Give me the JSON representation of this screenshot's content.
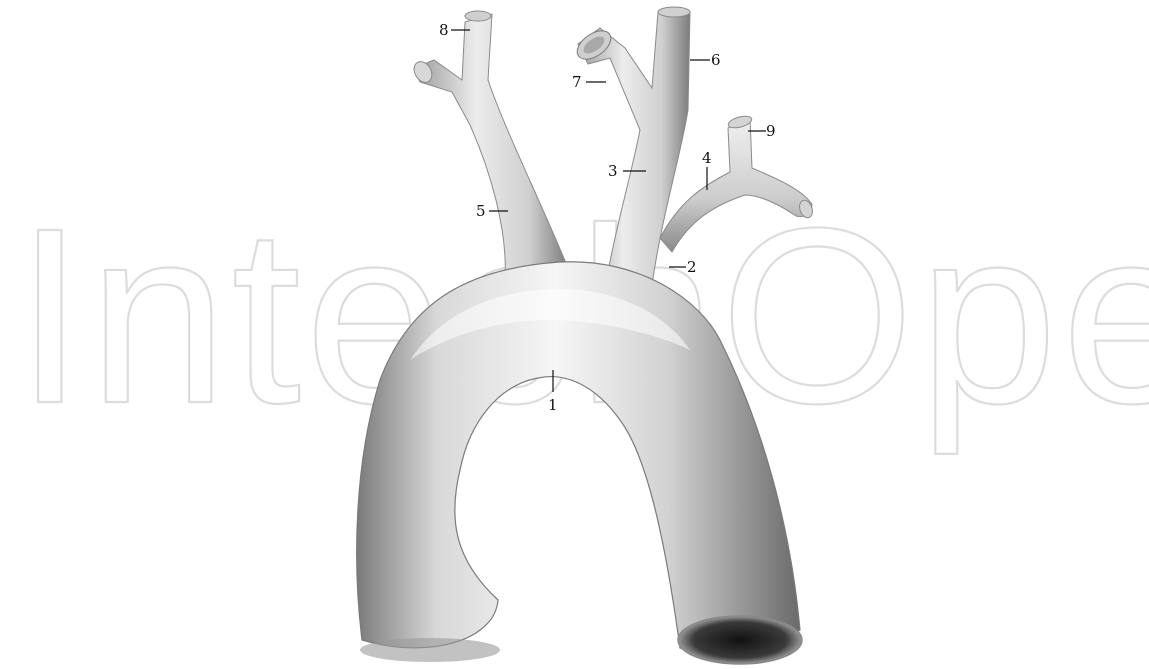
{
  "figure": {
    "watermark": "IntechOpen",
    "labels": [
      {
        "id": "1",
        "text": "1"
      },
      {
        "id": "2",
        "text": "2"
      },
      {
        "id": "3",
        "text": "3"
      },
      {
        "id": "4",
        "text": "4"
      },
      {
        "id": "5",
        "text": "5"
      },
      {
        "id": "6",
        "text": "6"
      },
      {
        "id": "7",
        "text": "7"
      },
      {
        "id": "8",
        "text": "8"
      },
      {
        "id": "9",
        "text": "9"
      }
    ],
    "colors": {
      "vessel_light": "#f4f4f4",
      "vessel_mid": "#c9c9c9",
      "vessel_dark": "#6e6e6e",
      "lumen": "#2a2a2a",
      "watermark": "#dcdcdc"
    }
  }
}
